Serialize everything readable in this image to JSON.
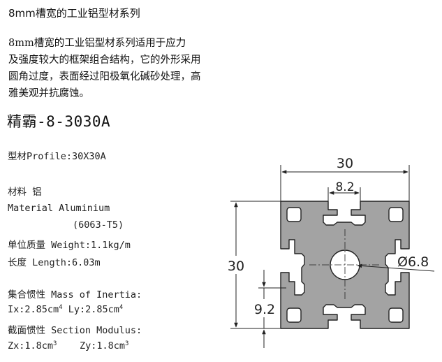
{
  "header": {
    "series_title": "8mm槽宽的工业铝型材系列"
  },
  "description": {
    "lines": [
      "8mm槽宽的工业铝型材系列适用于应力",
      "及强度较大的框架组合结构，它的外形采用",
      "圆角过度，表面经过阳极氧化碱砂处理，高",
      "雅美观并抗腐蚀。"
    ]
  },
  "model": "精霸-8-3030A",
  "specs": {
    "profile": "型材Profile:30X30A",
    "material_cn": "材料    铝",
    "material_en": "Material  Aluminium",
    "material_grade": "(6063-T5)",
    "weight": "单位质量 Weight:1.1kg/m",
    "length": "长度 Length:6.03m",
    "inertia_label": "集合惯性 Mass of Inertia:",
    "ix": "Ix:2.85cm",
    "ix_exp": "4",
    "ly": "Ly:2.85cm",
    "ly_exp": "4",
    "modulus_label": "截面惯性 Section Modulus:",
    "zx": "Zx:1.8cm",
    "zx_exp": "3",
    "zy": "Zy:1.8cm",
    "zy_exp": "3"
  },
  "drawing": {
    "width_dim": "30",
    "slot_dim": "8.2",
    "height_dim": "30",
    "hole_dim": "Ø6.8",
    "offset_dim": "9.2"
  },
  "colors": {
    "profile_fill": "#a3a3a3",
    "line": "#222222"
  }
}
